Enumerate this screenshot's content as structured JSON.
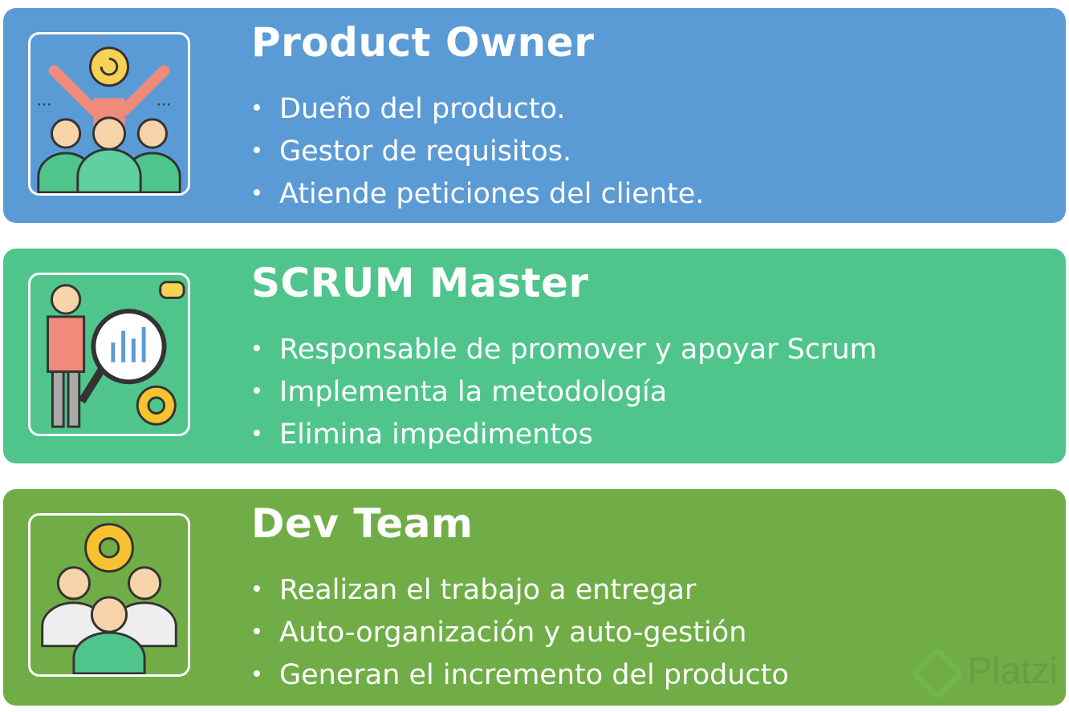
{
  "roles": [
    {
      "title": "Product Owner",
      "color": "#5b9bd5",
      "icon": "product-owner-icon",
      "bullets": [
        "Dueño del producto.",
        "Gestor de requisitos.",
        "Atiende peticiones del cliente."
      ]
    },
    {
      "title": "SCRUM Master",
      "color": "#4fc58c",
      "icon": "scrum-master-icon",
      "bullets": [
        "Responsable de promover y apoyar Scrum",
        "Implementa la metodología",
        "Elimina impedimentos"
      ]
    },
    {
      "title": "Dev Team",
      "color": "#70ad47",
      "icon": "dev-team-icon",
      "bullets": [
        "Realizan el trabajo a entregar",
        "Auto-organización y auto-gestión",
        "Generan el incremento del producto"
      ]
    }
  ],
  "watermark": "Platzi"
}
